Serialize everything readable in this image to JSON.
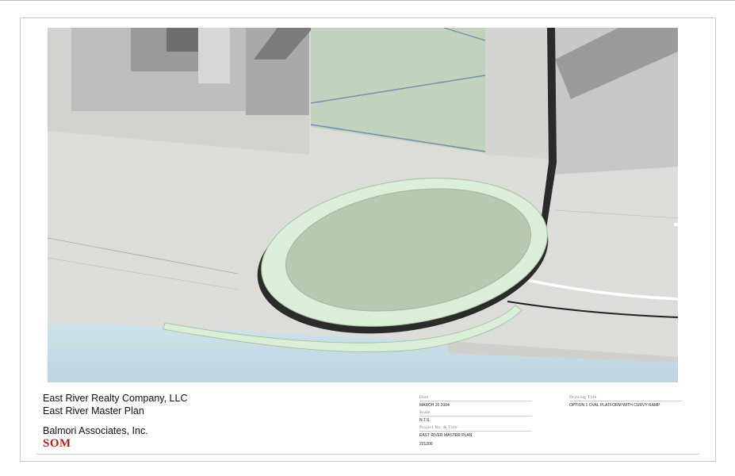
{
  "client": {
    "company": "East River Realty Company, LLC",
    "project": "East River Master Plan"
  },
  "consultant": {
    "name": "Balmori Associates, Inc.",
    "logo_text": "SOM",
    "logo_color": "#b3201e"
  },
  "title_block": {
    "date_label": "Date",
    "date_value": "MARCH 26 2004",
    "scale_label": "Scale",
    "scale_value": "N.T.S.",
    "project_label": "Project No. & Title",
    "project_value": "EAST RIVER MASTER PLAN",
    "project_number": "201206",
    "drawing_title_label": "Drawing Title",
    "drawing_title_value": "OPTION 1 OVAL PLATFORM WITH CURVY RAMP"
  },
  "colors": {
    "water": "#c9dfe9",
    "platform": "#b8c9b0",
    "ramp": "#d9eed6",
    "ground": "#d8d8d5"
  }
}
